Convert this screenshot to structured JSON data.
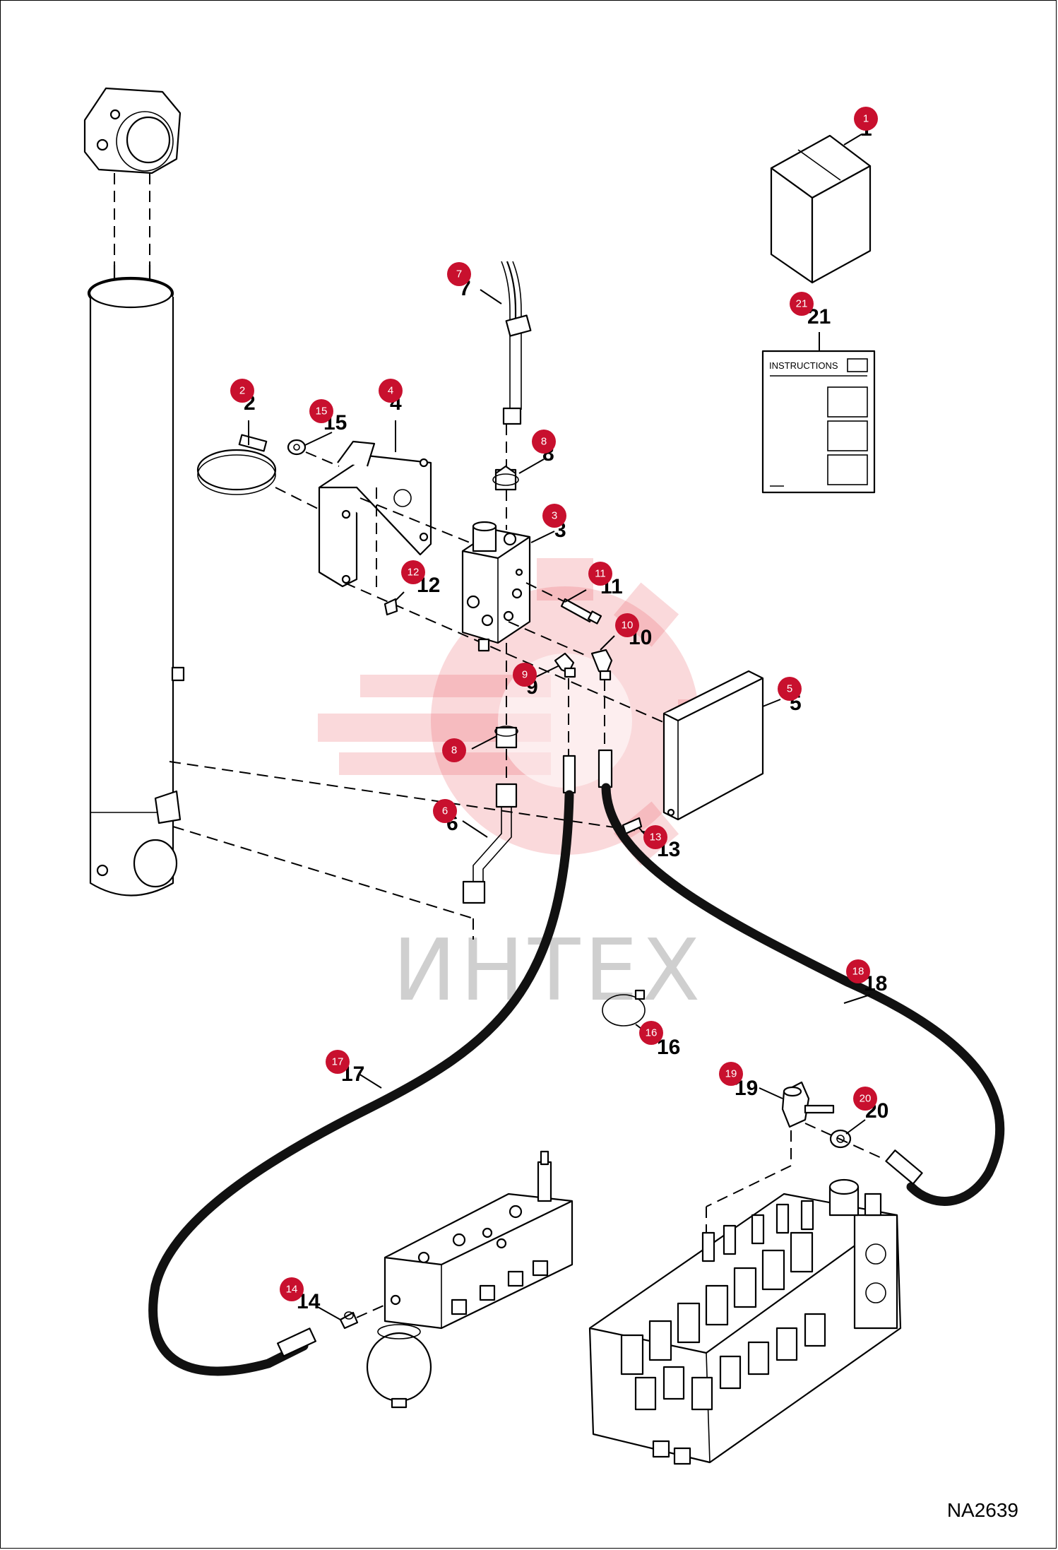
{
  "drawing_id": "NA2639",
  "watermark_text": "ИНТЕХ",
  "instructions_label": "INSTRUCTIONS",
  "callouts": [
    {
      "id": "1",
      "label": "1"
    },
    {
      "id": "2",
      "label": "2"
    },
    {
      "id": "3",
      "label": "3"
    },
    {
      "id": "4",
      "label": "4"
    },
    {
      "id": "5",
      "label": "5"
    },
    {
      "id": "6",
      "label": "6"
    },
    {
      "id": "7",
      "label": "7"
    },
    {
      "id": "8a",
      "label": "8"
    },
    {
      "id": "8b",
      "label": "8"
    },
    {
      "id": "9",
      "label": "9"
    },
    {
      "id": "10",
      "label": "10"
    },
    {
      "id": "11",
      "label": "11"
    },
    {
      "id": "12",
      "label": "12"
    },
    {
      "id": "13",
      "label": "13"
    },
    {
      "id": "14",
      "label": "14"
    },
    {
      "id": "15",
      "label": "15"
    },
    {
      "id": "16",
      "label": "16"
    },
    {
      "id": "17",
      "label": "17"
    },
    {
      "id": "18",
      "label": "18"
    },
    {
      "id": "19",
      "label": "19"
    },
    {
      "id": "20",
      "label": "20"
    },
    {
      "id": "21",
      "label": "21"
    }
  ],
  "colors": {
    "badge": "#c8102e",
    "watermark": "#e8505b"
  }
}
